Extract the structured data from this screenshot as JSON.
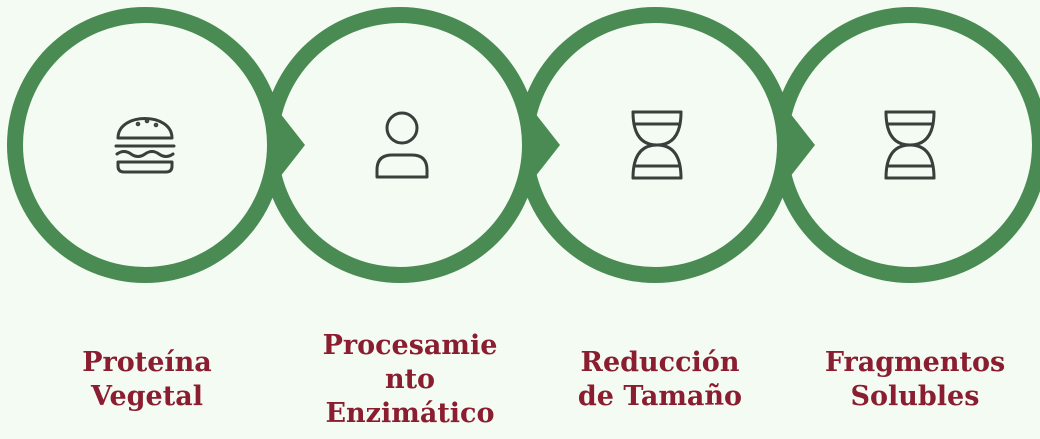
{
  "colors": {
    "background": "#f4fbf3",
    "ring": "#4a8a53",
    "icon_stroke": "#3a3f3b",
    "label_text": "#8a1d2f"
  },
  "steps": [
    {
      "label": "Proteína\nVegetal",
      "icon": "burger-icon"
    },
    {
      "label": "Procesamie\nnto\nEnzimático",
      "icon": "person-icon"
    },
    {
      "label": "Reducción\nde Tamaño",
      "icon": "dna-icon"
    },
    {
      "label": "Fragmentos\nSolubles",
      "icon": "dna-icon"
    }
  ]
}
